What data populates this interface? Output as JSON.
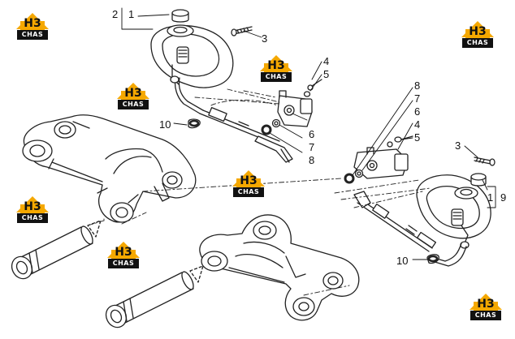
{
  "diagram": {
    "callouts": {
      "c1": "1",
      "c2": "2",
      "c3": "3",
      "c4": "4",
      "c5": "5",
      "c6": "6",
      "c7": "7",
      "c8": "8",
      "c10": "10",
      "d1": "1",
      "d3": "3",
      "d4": "4",
      "d5": "5",
      "d6": "6",
      "d7": "7",
      "d8": "8",
      "d9": "9",
      "d10": "10"
    },
    "watermark": {
      "brand_top": "H3",
      "brand_bottom": "CHAS"
    },
    "colors": {
      "line": "#222222",
      "accent": "#f5a800",
      "background": "#ffffff"
    }
  }
}
